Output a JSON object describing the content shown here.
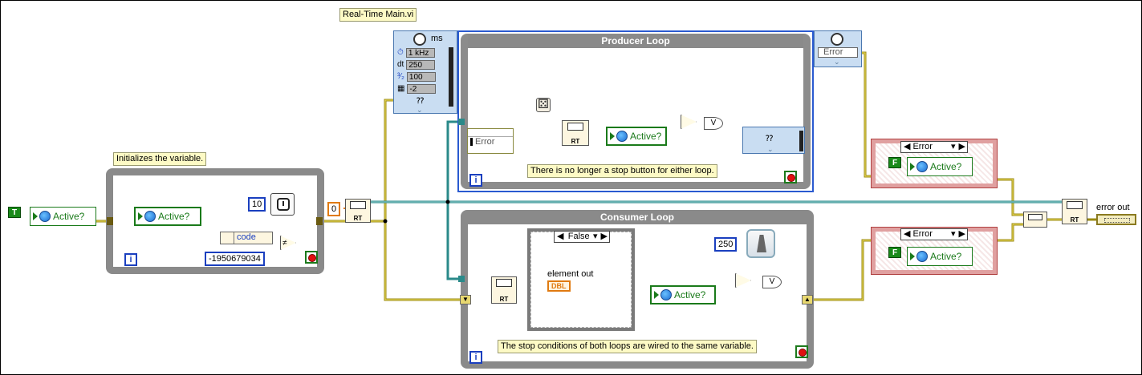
{
  "vi_title": "Real-Time Main.vi",
  "comments": {
    "init": "Initializes the variable.",
    "no_stop": "There is no longer a stop button for either loop.",
    "stop_conditions": "The stop conditions of both loops are wired to the same variable."
  },
  "loops": {
    "producer_title": "Producer Loop",
    "consumer_title": "Consumer Loop",
    "iteration_symbol": "i"
  },
  "shared_variable": {
    "label": "Active?",
    "wire_placeholder": "⁇"
  },
  "constants": {
    "true_const": "T",
    "false_const": "F",
    "wait_ms": "10",
    "queue_size": "0",
    "wait_multiple": "250",
    "error_code": "-1950679034",
    "code_label": "code"
  },
  "timed_loop": {
    "unit": "ms",
    "rows": [
      {
        "name": "source",
        "value": "1 kHz"
      },
      {
        "name": "dt",
        "value": "250"
      },
      {
        "name": "offset",
        "value": "100"
      },
      {
        "name": "processor",
        "value": "-2"
      }
    ],
    "placeholder": "⁇"
  },
  "error_cluster_label": "Error",
  "fifo_label": "RT",
  "case_selector": "False",
  "case_error_selector": "Error",
  "element_out_label": "element out",
  "dbl_label": "DBL",
  "error_out_label": "error out",
  "operators": {
    "not_equal": "≠",
    "or": "V"
  },
  "colors": {
    "boolean_wire": "#1a7a1a",
    "error_wire": "#b8a000",
    "loop_border": "#8a8a8a",
    "timed_loop_bg": "#c9ddf2",
    "diagnostic_frame": "#e0a0a0"
  }
}
